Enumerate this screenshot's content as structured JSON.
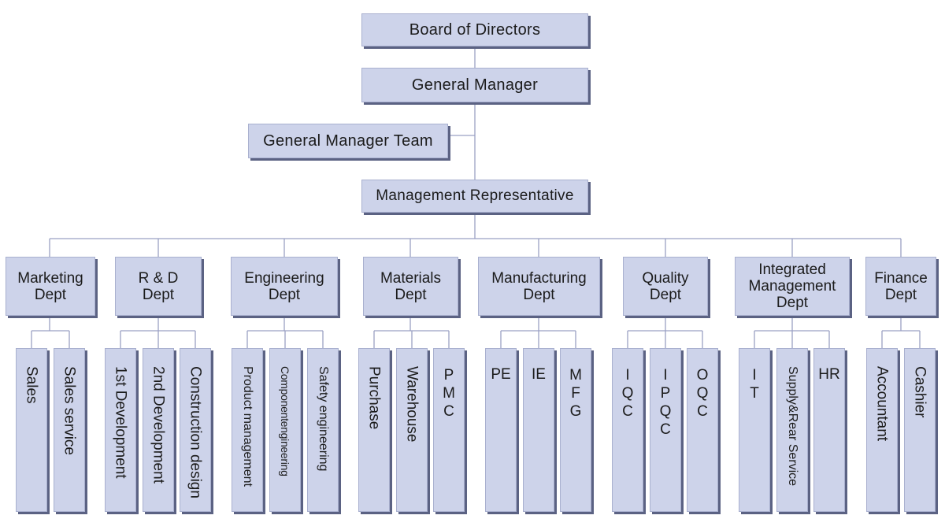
{
  "chart": {
    "board": "Board of Directors",
    "gm": "General Manager",
    "gm_team": "General Manager Team",
    "mgmt_rep": "Management Representative",
    "departments": [
      {
        "name": "Marketing\nDept",
        "subunits": [
          "Sales",
          "Sales service"
        ]
      },
      {
        "name": "R & D\nDept",
        "subunits": [
          "1st Development",
          "2nd Development",
          "Construction design"
        ]
      },
      {
        "name": "Engineering\nDept",
        "subunits": [
          "Product management",
          "Componentengineering",
          "Safety engineering"
        ]
      },
      {
        "name": "Materials\nDept",
        "subunits": [
          "Purchase",
          "Warehouse",
          "PMC"
        ]
      },
      {
        "name": "Manufacturing\nDept",
        "subunits": [
          "PE",
          "IE",
          "MFG"
        ]
      },
      {
        "name": "Quality\nDept",
        "subunits": [
          "IQC",
          "IPQC",
          "OQC"
        ]
      },
      {
        "name": "Integrated\nManagement\nDept",
        "subunits": [
          "IT",
          "Supply&Rear Service",
          "HR"
        ]
      },
      {
        "name": "Finance\nDept",
        "subunits": [
          "Accountant",
          "Cashier"
        ]
      }
    ]
  },
  "colors": {
    "box_fill": "#cdd3ea",
    "box_shadow": "#5b6283",
    "connector": "#9aa0c4"
  }
}
